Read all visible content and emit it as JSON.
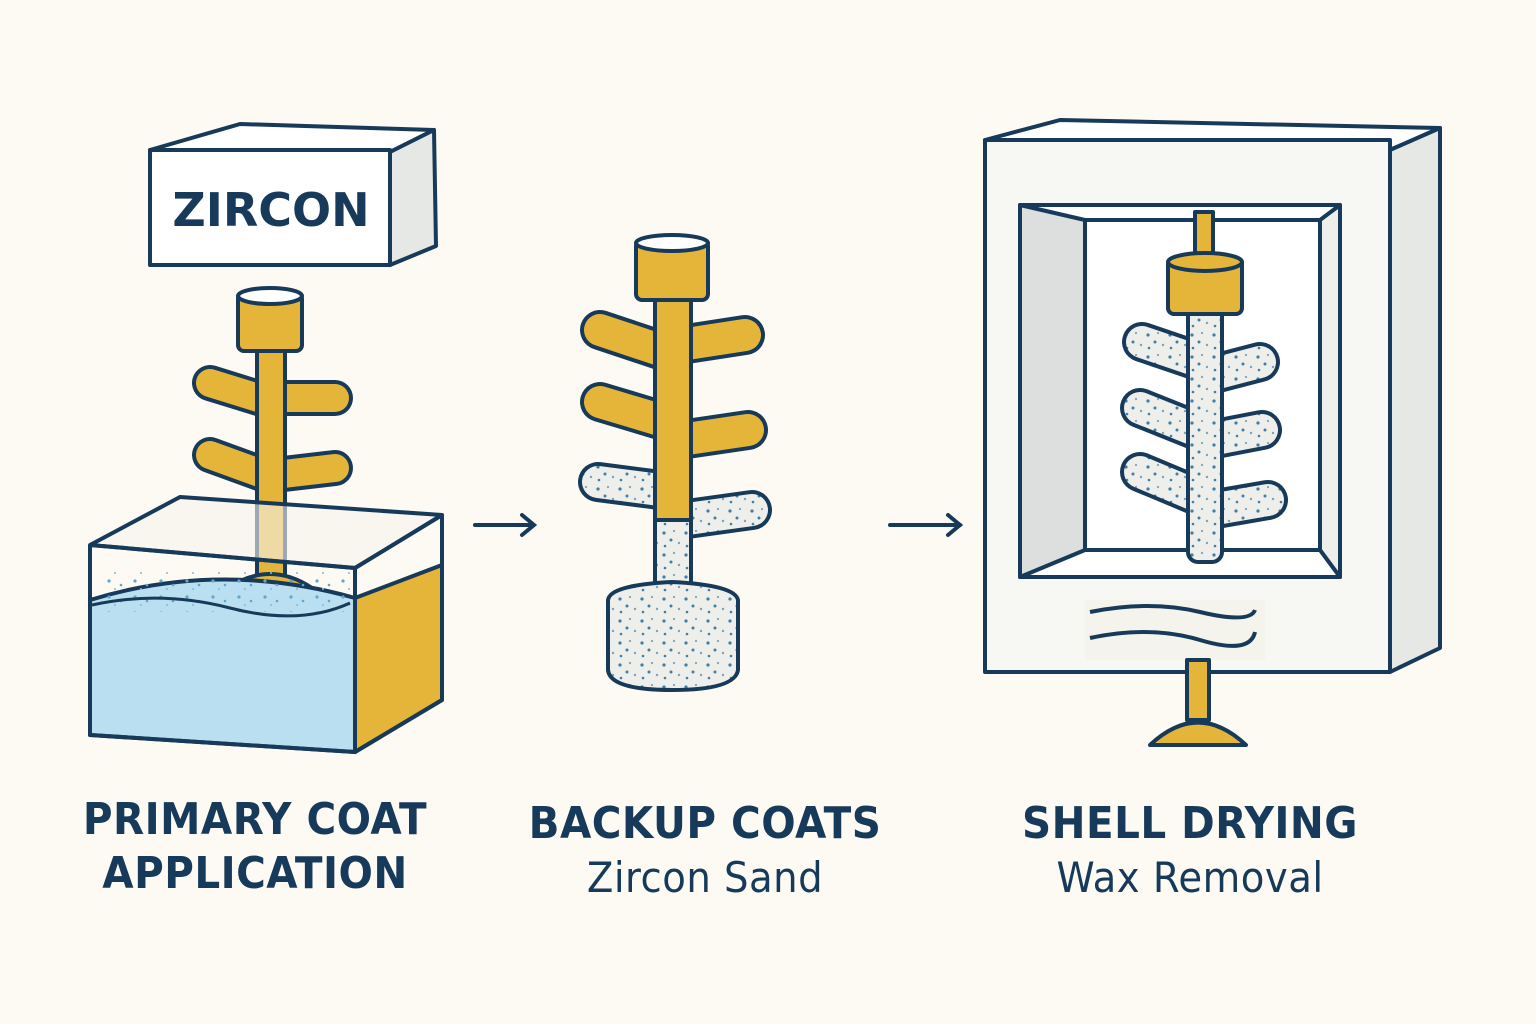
{
  "zircon_box": {
    "label": "ZIRCON"
  },
  "steps": [
    {
      "title": "PRIMARY COAT",
      "subtitle": "APPLICATION"
    },
    {
      "title": "BACKUP COATS",
      "subtitle": "Zircon Sand"
    },
    {
      "title": "SHELL DRYING",
      "subtitle": "Wax Removal"
    }
  ],
  "colors": {
    "background": "#fcfaf2",
    "outline": "#173a5a",
    "wax": "#e5b53a",
    "slurry": "#b9dff0",
    "ceramic": "#eeeeea",
    "speckle": "#3e7fa6"
  },
  "icons": [
    "right-arrow-icon",
    "right-arrow-icon"
  ]
}
